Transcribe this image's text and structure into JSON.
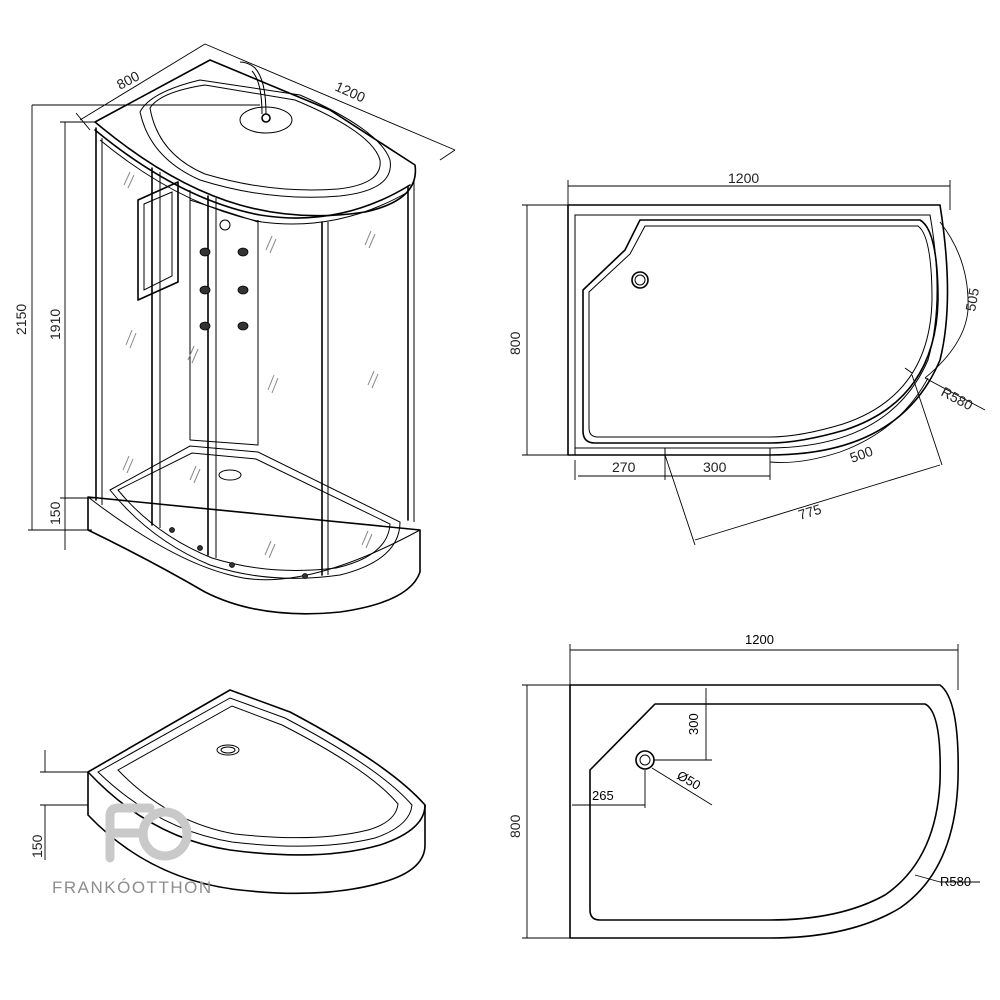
{
  "diagram": {
    "colors": {
      "line": "#000000",
      "logo": "#c9c9c9",
      "brand_text": "#8d8d8d"
    },
    "cabin_view": {
      "dim_depth": "800",
      "dim_width": "1200",
      "dim_total_height": "2150",
      "dim_glass_height": "1910",
      "dim_base_height": "150"
    },
    "top_plan": {
      "dim_width": "1200",
      "dim_depth": "800",
      "dim_arc_short": "505",
      "dim_radius": "R580",
      "dim_arc_door": "500",
      "dim_left": "270",
      "dim_opening": "300",
      "dim_diagonal": "775"
    },
    "tray_iso": {
      "dim_height": "150"
    },
    "tray_plan": {
      "dim_width": "1200",
      "dim_depth": "800",
      "dim_drain_y": "300",
      "dim_drain_x": "265",
      "dim_drain_dia": "Ø50",
      "dim_radius": "R580"
    },
    "brand": {
      "name": "FRANKÓOTTHON",
      "logo": "fo-logo"
    }
  }
}
